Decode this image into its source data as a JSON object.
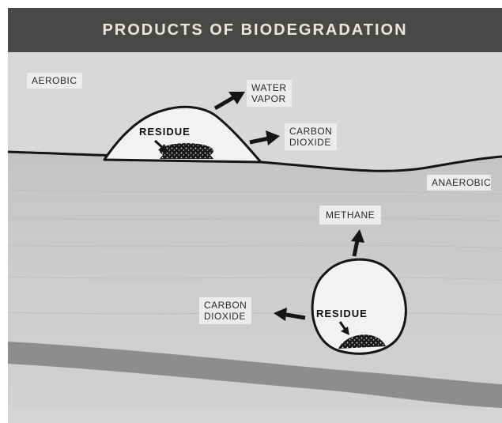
{
  "title": "PRODUCTS OF BIODEGRADATION",
  "zones": {
    "aerobic": "AEROBIC",
    "anaerobic": "ANAEROBIC"
  },
  "aerobic_pile": {
    "residue": "RESIDUE",
    "product_1_line1": "WATER",
    "product_1_line2": "VAPOR",
    "product_2_line1": "CARBON",
    "product_2_line2": "DIOXIDE"
  },
  "anaerobic_pile": {
    "residue": "RESIDUE",
    "product_1": "METHANE",
    "product_2_line1": "CARBON",
    "product_2_line2": "DIOXIDE"
  },
  "colors": {
    "header": "#4a4846",
    "sky": "#d6d6d4",
    "soil": "#c9c9c7",
    "stripe": "#8d8d8b",
    "outline": "#151515"
  }
}
